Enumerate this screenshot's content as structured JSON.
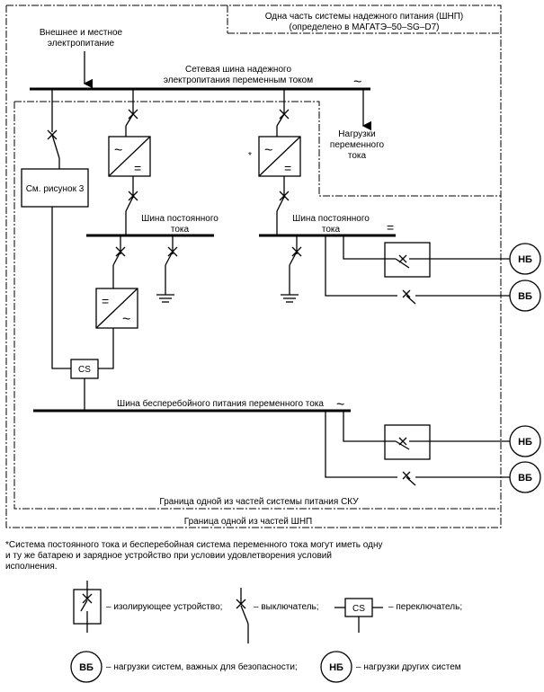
{
  "boundaries": {
    "nps_title": [
      "Одна часть системы надежного питания (ШНП)",
      "(определено в МАГАТЭ–50–SG–D7)"
    ],
    "sku_label": "Граница одной из частей системы питания СКУ",
    "shnp_label": "Граница одной из частей ШНП"
  },
  "labels": {
    "external_supply": [
      "Внешнее и местное",
      "электропитание"
    ],
    "ac_bus": [
      "Сетевая шина надежного",
      "электропитания переменным током"
    ],
    "ac_loads": [
      "Нагрузки",
      "переменного",
      "тока"
    ],
    "see_figure": "См. рисунок 3",
    "dc_bus_left": [
      "Шина постоянного",
      "тока"
    ],
    "dc_bus_right": [
      "Шина постоянного",
      "тока"
    ],
    "ups_bus": "Шина бесперебойного питания переменного тока",
    "cs": "CS",
    "nb": "НБ",
    "vb": "ВБ",
    "asterisk": "*",
    "ac_symbol": "~",
    "dc_symbol": "="
  },
  "footnote": "*Система постоянного тока и бесперебойная система переменного тока могут иметь одну и ту же батарею и зарядное устройство при условии удовлетворения условий исполнения.",
  "legend": {
    "isolator": "– изолирующее устройство;",
    "breaker": "– выключатель;",
    "switch": "– переключатель;",
    "vb_desc": "– нагрузки систем, важных для безопасности;",
    "nb_desc": "– нагрузки других систем"
  }
}
